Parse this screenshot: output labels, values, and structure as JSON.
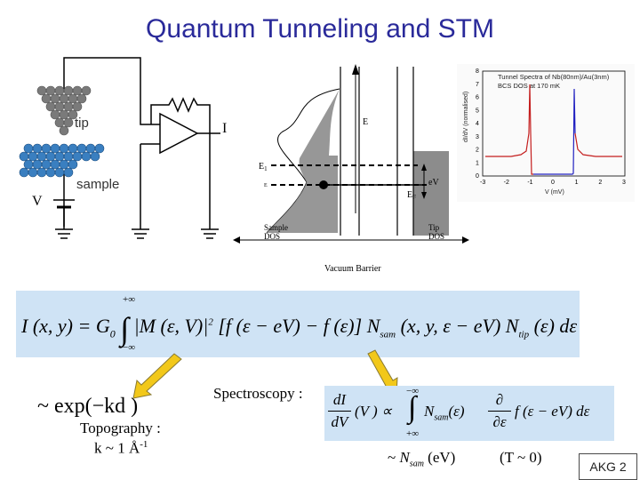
{
  "title": "Quantum Tunneling and STM",
  "schematic": {
    "tip_label": "tip",
    "sample_label": "sample",
    "voltage_label": "V",
    "current_label": "I"
  },
  "energy_diagram": {
    "e_label": "E",
    "e1_label": "E",
    "e1_sub": "1",
    "ef_left": "E",
    "ef_right_sub": "F",
    "ev_label": "eV",
    "sample_dos": "Sample\nDOS",
    "tip_dos": "Tip\nDOS",
    "barrier": "Vacuum Barrier"
  },
  "spectra": {
    "title_line1": "Tunnel Spectra of Nb(80nm)/Au(3nm)",
    "title_line2": "BCS DOS at 170 mK",
    "ylabel": "dI/dV (normalised)",
    "xlabel": "V (mV)",
    "x_ticks": [
      "-3",
      "-2",
      "-1",
      "0",
      "1",
      "2",
      "3"
    ],
    "y_ticks": [
      "0",
      "1",
      "2",
      "3",
      "4",
      "5",
      "6",
      "7",
      "8"
    ]
  },
  "labels": {
    "decay": "~ exp(−kd )",
    "topo_line1": "Topography :",
    "topo_line2_base": "k ~ 1 Å",
    "topo_line2_exp": "-1",
    "spectroscopy": "Spectroscopy :",
    "nsam_prefix": "~ ",
    "nsam": "N",
    "nsam_sub": "sam",
    "nsam_arg": " (eV)",
    "temp": "(T ~ 0)"
  },
  "equation_main": {
    "lhs": "I (x, y) = G",
    "g_sub": "0",
    "upper": "+∞",
    "lower": "−∞",
    "body": "|M (ε, V)|",
    "sq": "2",
    "rest": "[f (ε − eV) − f (ε)] N",
    "nsam_sub": "sam",
    "nsam_args": "(x, y, ε − eV) N",
    "ntip_sub": "tip",
    "tail": "(ε) dε"
  },
  "equation_spec": {
    "lhs_num": "dI",
    "lhs_den": "dV",
    "lhs_arg": "(V ) ∝",
    "upper": "−∞",
    "lower": "+∞",
    "body": "N",
    "body_sub": "sam",
    "body_arg": "(ε)",
    "d_num": "∂",
    "d_den": "∂ε",
    "tail": "f (ε − eV) dε"
  },
  "footer": "AKG 2",
  "colors": {
    "title": "#2a2a9a",
    "eqbox": "#cfe3f5",
    "atom": "#7a7a7a",
    "sample_atom": "#3a7fc0",
    "spectrum_red": "#c41e1e",
    "spectrum_blue": "#2020c0",
    "arrow_fill": "#f2c81a"
  }
}
